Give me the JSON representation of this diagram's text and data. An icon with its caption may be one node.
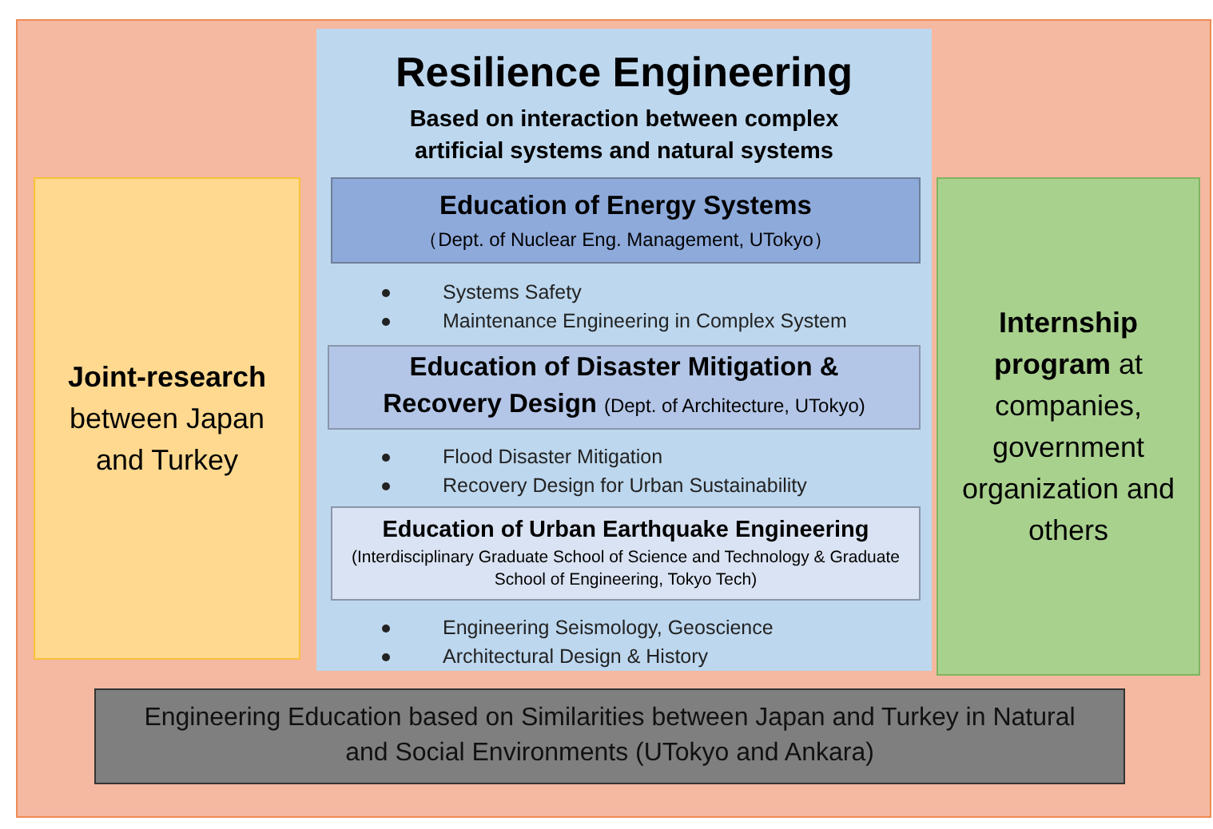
{
  "diagram": {
    "nodes": [
      {
        "text": [],
        "shape": "box"
      },
      {
        "text": [
          "Resilience Engineering",
          "Based on interaction between complex artificial systems and natural systems"
        ],
        "in": 0
      },
      {
        "text": [
          "Education of Energy Systems",
          "（Dept. of Nuclear Eng. Management, UTokyo）"
        ],
        "in": 1,
        "beside": [
          "Systems Safety",
          "Maintenance Engineering in Complex System"
        ]
      },
      {
        "text": [
          "Education of Disaster Mitigation & Recovery Design",
          "(Dept. of Architecture, UTokyo)"
        ],
        "in": 1,
        "beside": [
          "Flood Disaster Mitigation",
          "Recovery Design for Urban Sustainability"
        ]
      },
      {
        "text": [
          "Education of Urban Earthquake Engineering",
          "(Interdisciplinary Graduate School of Science and Technology & Graduate School of Engineering, Tokyo Tech)"
        ],
        "in": 1,
        "beside": [
          "Engineering Seismology, Geoscience",
          "Architectural Design & History"
        ]
      },
      {
        "text": [
          "Joint-research",
          "between Japan and Turkey"
        ],
        "in": 0
      },
      {
        "text": [
          "Internship program",
          "at companies, government organization and others"
        ],
        "in": 0
      },
      {
        "text": [
          "Engineering Education based on Similarities between Japan and Turkey in Natural and Social Environments (UTokyo and Ankara)"
        ],
        "in": 0
      }
    ]
  }
}
